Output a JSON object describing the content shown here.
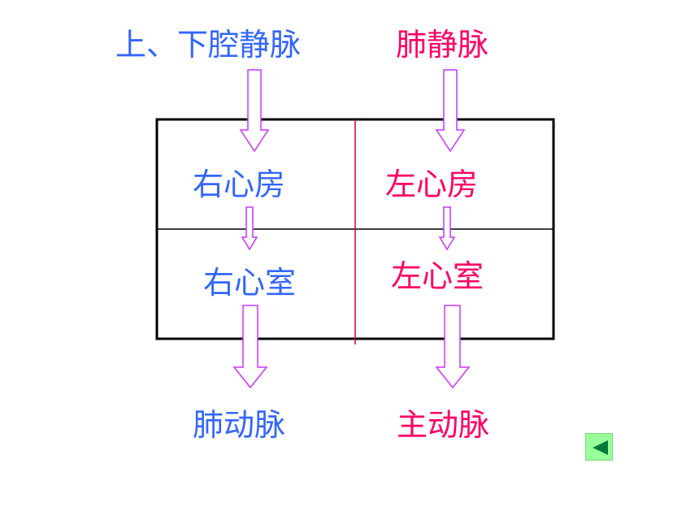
{
  "labels": {
    "vena_cava": "上、下腔静脉",
    "pulmonary_vein": "肺静脉",
    "right_atrium": "右心房",
    "left_atrium": "左心房",
    "right_ventricle": "右心室",
    "left_ventricle": "左心室",
    "pulmonary_artery": "肺动脉",
    "aorta": "主动脉"
  },
  "colors": {
    "right_side_text": "#3366ff",
    "left_side_text": "#ff0066",
    "arrow_stroke": "#cc33ff",
    "box_border": "#000000",
    "divider": "#cc0033",
    "nav_button": "#99ff99",
    "nav_icon": "#007a3d"
  },
  "nav": {
    "back_icon": "triangle-left-icon"
  }
}
